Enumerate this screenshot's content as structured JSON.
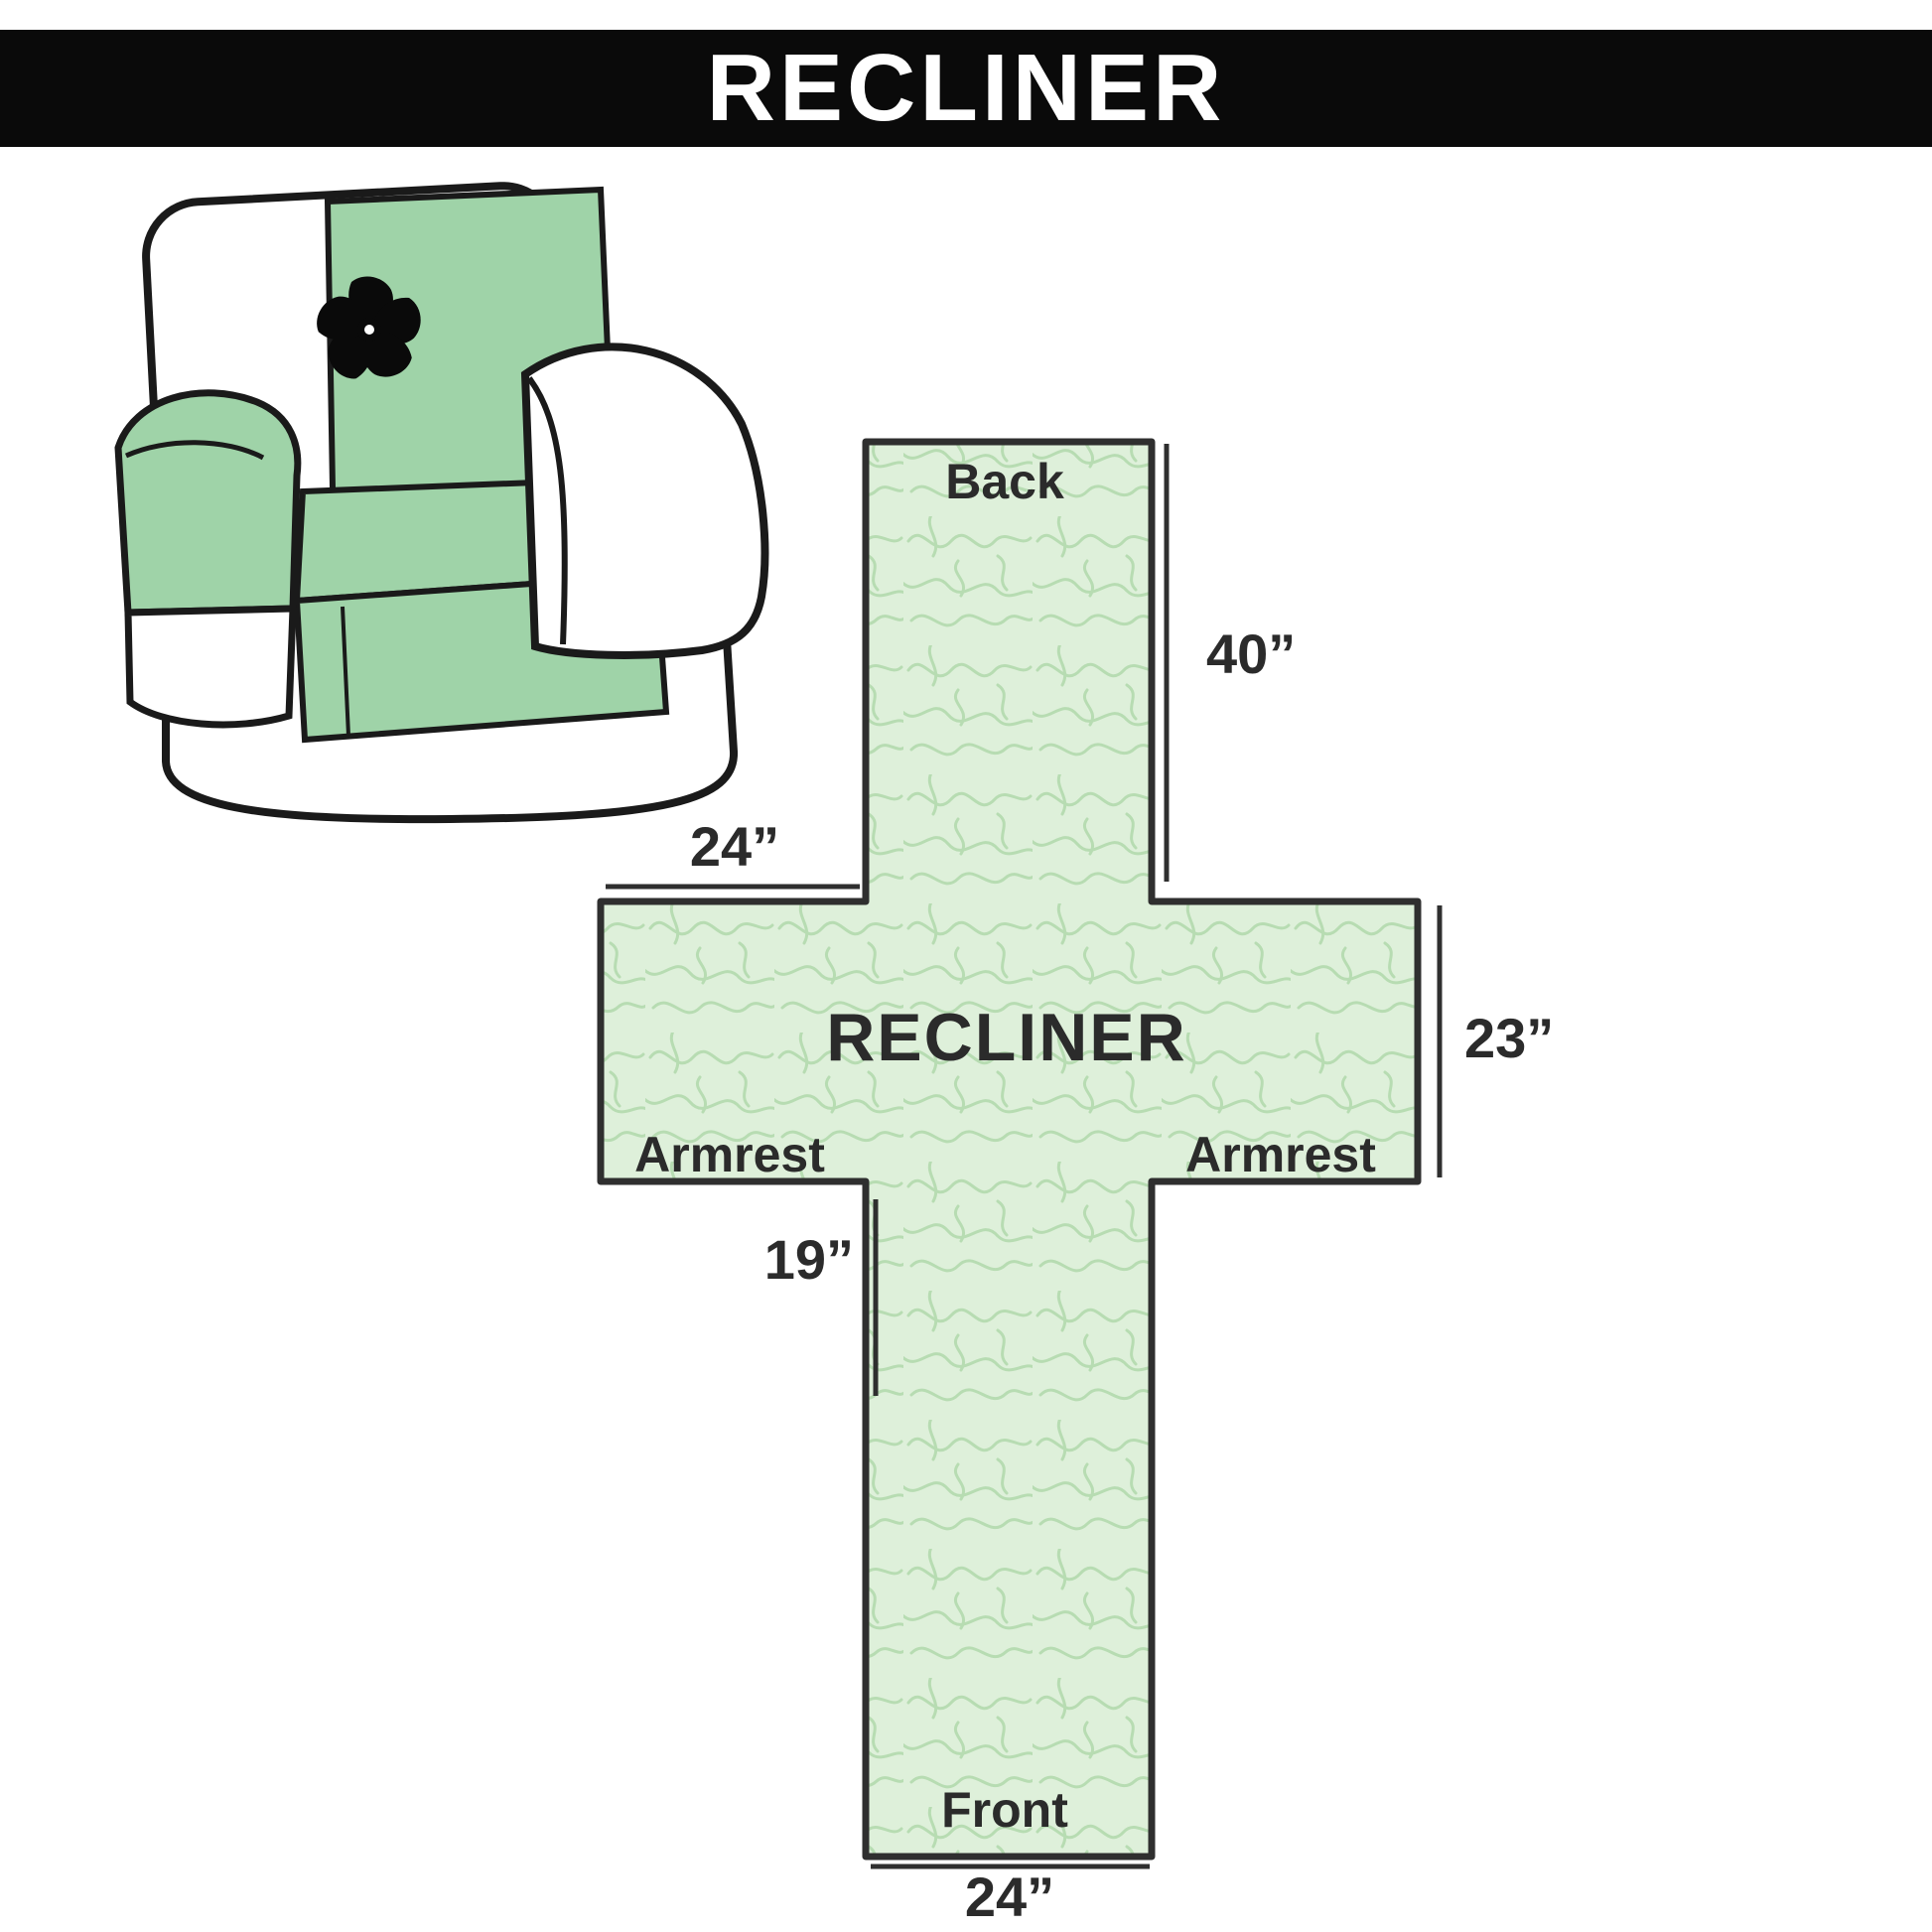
{
  "header": {
    "title": "RECLINER"
  },
  "chair": {
    "description": "recliner armchair with green protective cover",
    "logo": "pinwheel-fan-icon"
  },
  "diagram": {
    "center_label": "RECLINER",
    "sections": {
      "back": "Back",
      "front": "Front",
      "armrest_left": "Armrest",
      "armrest_right": "Armrest"
    },
    "dimensions": {
      "back_length": "40”",
      "armrest_width_top": "24”",
      "armrest_height": "23”",
      "front_length": "19”",
      "front_width": "24”"
    }
  },
  "colors": {
    "header_bg": "#0a0a0a",
    "header_text": "#ffffff",
    "cover": "#9fd3a8",
    "chair_outline": "#1a1a1a",
    "fill": "#def0da",
    "pattern": "#b7dcb2",
    "outline": "#2f2f2f",
    "label": "#2b2b2b"
  }
}
